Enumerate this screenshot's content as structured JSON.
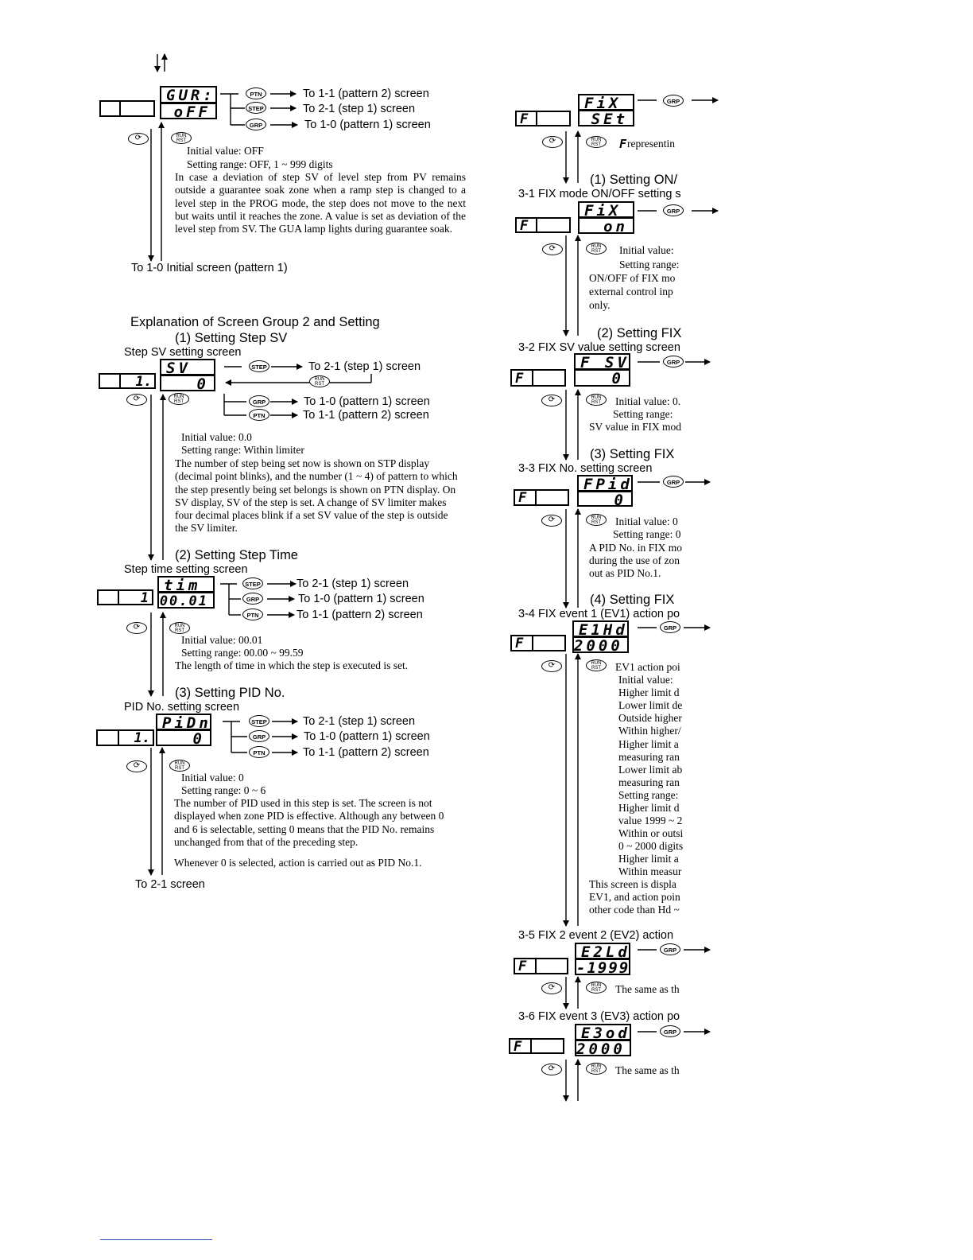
{
  "group1_tail": {
    "display_top": "GUR:",
    "display_bottom": "oFF",
    "links": [
      {
        "button": "PTN",
        "label": "To 1-1 (pattern 2) screen"
      },
      {
        "button": "STEP",
        "label": "To 2-1 (step 1) screen"
      },
      {
        "button": "GRP",
        "label": "To 1-0 (pattern 1) screen"
      }
    ],
    "rr_label": "RUN RST",
    "initial_value": "Initial value: OFF",
    "setting_range": "Setting range: OFF, 1 ~ 999 digits",
    "description": "In case a deviation of step SV of level step from PV remains outside a guarantee soak zone when a ramp step is changed to a level step in the PROG mode, the step does not move to the next but waits until it reaches the zone. A value is set as deviation of the level step from SV. The GUA lamp lights during guarantee soak.",
    "return_label": "To 1-0 Initial screen (pattern 1)"
  },
  "group2": {
    "title": "Explanation of Screen Group 2 and Setting",
    "step_sv": {
      "heading": "(1) Setting Step SV",
      "screen_label": "Step SV setting screen",
      "display_top": "SV",
      "display_bottom": "0",
      "mini_box": "1.",
      "links": [
        {
          "button": "STEP",
          "label": "To 2-1 (step 1) screen"
        },
        {
          "button": "GRP",
          "label": "To 1-0 (pattern 1) screen"
        },
        {
          "button": "PTN",
          "label": "To 1-1 (pattern 2) screen"
        }
      ],
      "initial_value": "Initial value: 0.0",
      "setting_range": "Setting range: Within limiter",
      "description": "The number of step being set now is shown on STP display (decimal point blinks), and the number (1 ~ 4) of pattern to which the step presently being set belongs is shown on PTN display. On SV display, SV of the step is set. A change of SV limiter makes four decimal places blink if a set SV value of the step is outside the SV limiter."
    },
    "step_time": {
      "heading": "(2) Setting Step Time",
      "screen_label": "Step time setting screen",
      "display_top": "tim",
      "display_bottom": "00.01",
      "mini_box": "1",
      "links": [
        {
          "button": "STEP",
          "label": "To 2-1 (step 1) screen"
        },
        {
          "button": "GRP",
          "label": "To 1-0 (pattern 1) screen"
        },
        {
          "button": "PTN",
          "label": "To 1-1 (pattern 2) screen"
        }
      ],
      "initial_value": "Initial value: 00.01",
      "setting_range": "Setting range: 00.00 ~ 99.59",
      "description": "The length of time in which the step is executed is set."
    },
    "pid_no": {
      "heading": "(3) Setting PID No.",
      "screen_label": "PID No. setting screen",
      "display_top": "PiDn",
      "display_bottom": "0",
      "mini_box": "1.",
      "links": [
        {
          "button": "STEP",
          "label": "To 2-1 (step 1) screen"
        },
        {
          "button": "GRP",
          "label": "To 1-0 (pattern 1) screen"
        },
        {
          "button": "PTN",
          "label": "To 1-1 (pattern 2) screen"
        }
      ],
      "initial_value": "Initial value: 0",
      "setting_range": "Setting range: 0 ~ 6",
      "description": "The number of PID used in this step is set. The screen is not displayed when zone PID is effective. Although any between 0 and 6 is selectable, setting 0 means that the PID No. remains unchanged from that of the preceding step.",
      "note": "Whenever 0 is selected, action is carried out as PID No.1.",
      "return_label": "To 2-1 screen"
    }
  },
  "group3": {
    "top": {
      "display_top": "FiX",
      "display_bottom": "SEt",
      "mini": "F",
      "button": "GRP",
      "note_symbol": "F",
      "note": " representin"
    },
    "fix_onoff": {
      "heading": "(1) Setting ON/",
      "screen_label": "3-1 FIX mode ON/OFF setting s",
      "display_top": "FiX",
      "display_bottom": "on",
      "mini": "F",
      "button": "GRP",
      "lines": [
        "Initial value:",
        "Setting range:",
        "ON/OFF of FIX mo",
        "external control inp",
        "only."
      ]
    },
    "fix_sv": {
      "heading": "(2) Setting FIX",
      "screen_label": "3-2 FIX SV value setting screen",
      "display_top": "F_SV",
      "display_bottom": "0",
      "mini": "F",
      "button": "GRP",
      "lines": [
        "Initial value: 0.",
        "Setting range:",
        "SV value in FIX mod"
      ]
    },
    "fix_no": {
      "heading": "(3) Setting FIX",
      "screen_label": "3-3 FIX No. setting screen",
      "display_top": "FPid",
      "display_bottom": "0",
      "mini": "F",
      "button": "GRP",
      "lines": [
        "Initial value: 0",
        "Setting range: 0",
        "A PID No. in FIX mo",
        "during the use of zon",
        "out as PID No.1."
      ]
    },
    "fix_ev1": {
      "heading": "(4) Setting FIX",
      "screen_label": "3-4 FIX event 1 (EV1) action po",
      "display_top": "E1Hd",
      "display_bottom": "2000",
      "mini": "F",
      "button": "GRP",
      "lines": [
        "EV1 action poi",
        "Initial value:",
        "Higher limit d",
        "Lower limit de",
        "Outside higher",
        "Within higher/",
        "Higher limit a",
        "measuring ran",
        "Lower limit ab",
        "measuring ran",
        "Setting range:",
        "Higher limit d",
        "value 1999 ~ 2",
        "Within or outsi",
        "0 ~ 2000 digits",
        "Higher limit a",
        "Within measur",
        "This screen is displa",
        "EV1, and action poin",
        "other code than Hd ~"
      ]
    },
    "fix_ev2": {
      "screen_label": "3-5 FIX 2 event 2 (EV2) action",
      "display_top": "E2Ld",
      "display_bottom": "-1999",
      "mini": "F",
      "button": "GRP",
      "note": "The same as th"
    },
    "fix_ev3": {
      "screen_label": "3-6 FIX event 3 (EV3) action po",
      "display_top": "E3od",
      "display_bottom": "2000",
      "mini": "F",
      "button": "GRP",
      "note": "The same as th"
    }
  }
}
